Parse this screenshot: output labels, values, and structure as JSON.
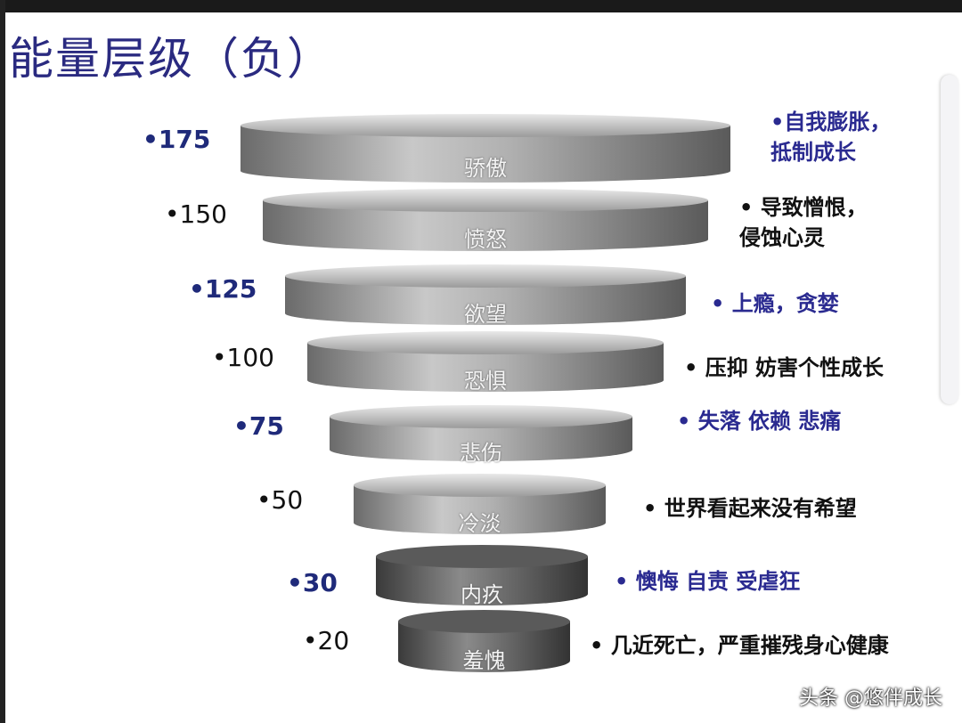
{
  "title": "能量层级（负）",
  "levels": [
    {
      "value": "•175",
      "name": "骄傲",
      "desc": "•自我膨胀，\n抵制成长",
      "highlight": true
    },
    {
      "value": "•150",
      "name": "愤怒",
      "desc": "• 导致憎恨，\n侵蚀心灵",
      "highlight": false
    },
    {
      "value": "•125",
      "name": "欲望",
      "desc": "• 上瘾，贪婪",
      "highlight": true
    },
    {
      "value": "•100",
      "name": "恐惧",
      "desc": "• 压抑 妨害个性成长",
      "highlight": false
    },
    {
      "value": "•75",
      "name": "悲伤",
      "desc": "• 失落 依赖 悲痛",
      "highlight": true
    },
    {
      "value": "•50",
      "name": "冷淡",
      "desc": "• 世界看起来没有希望",
      "highlight": false
    },
    {
      "value": "•30",
      "name": "内疚",
      "desc": "• 懊悔 自责 受虐狂",
      "highlight": true
    },
    {
      "value": "•20",
      "name": "羞愧",
      "desc": "• 几近死亡，严重摧残身心健康",
      "highlight": false
    }
  ],
  "watermark": "头条 @悠伴成长",
  "colors": {
    "title": "#2a2a80",
    "highlight": "#2a2a90"
  }
}
